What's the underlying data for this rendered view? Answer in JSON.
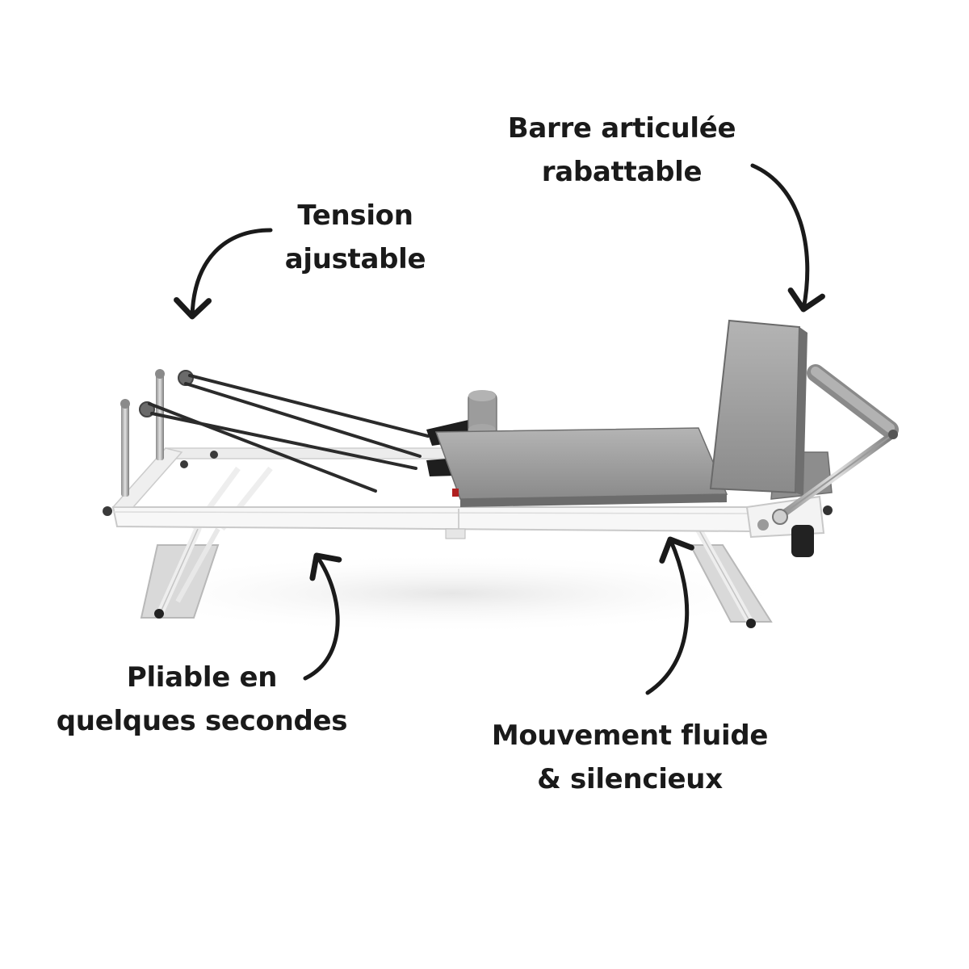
{
  "callouts": {
    "barre": {
      "line1": "Barre articulée",
      "line2": "rabattable"
    },
    "tension": {
      "line1": "Tension",
      "line2": "ajustable"
    },
    "pliable": {
      "line1": "Pliable en",
      "line2": "quelques secondes"
    },
    "mouvement": {
      "line1": "Mouvement fluide",
      "line2": "& silencieux"
    }
  },
  "colors": {
    "text": "#1a1a1a",
    "frame": "#f4f4f4",
    "upholstery": "#9a9a9a",
    "metal": "#a8a8a8"
  }
}
